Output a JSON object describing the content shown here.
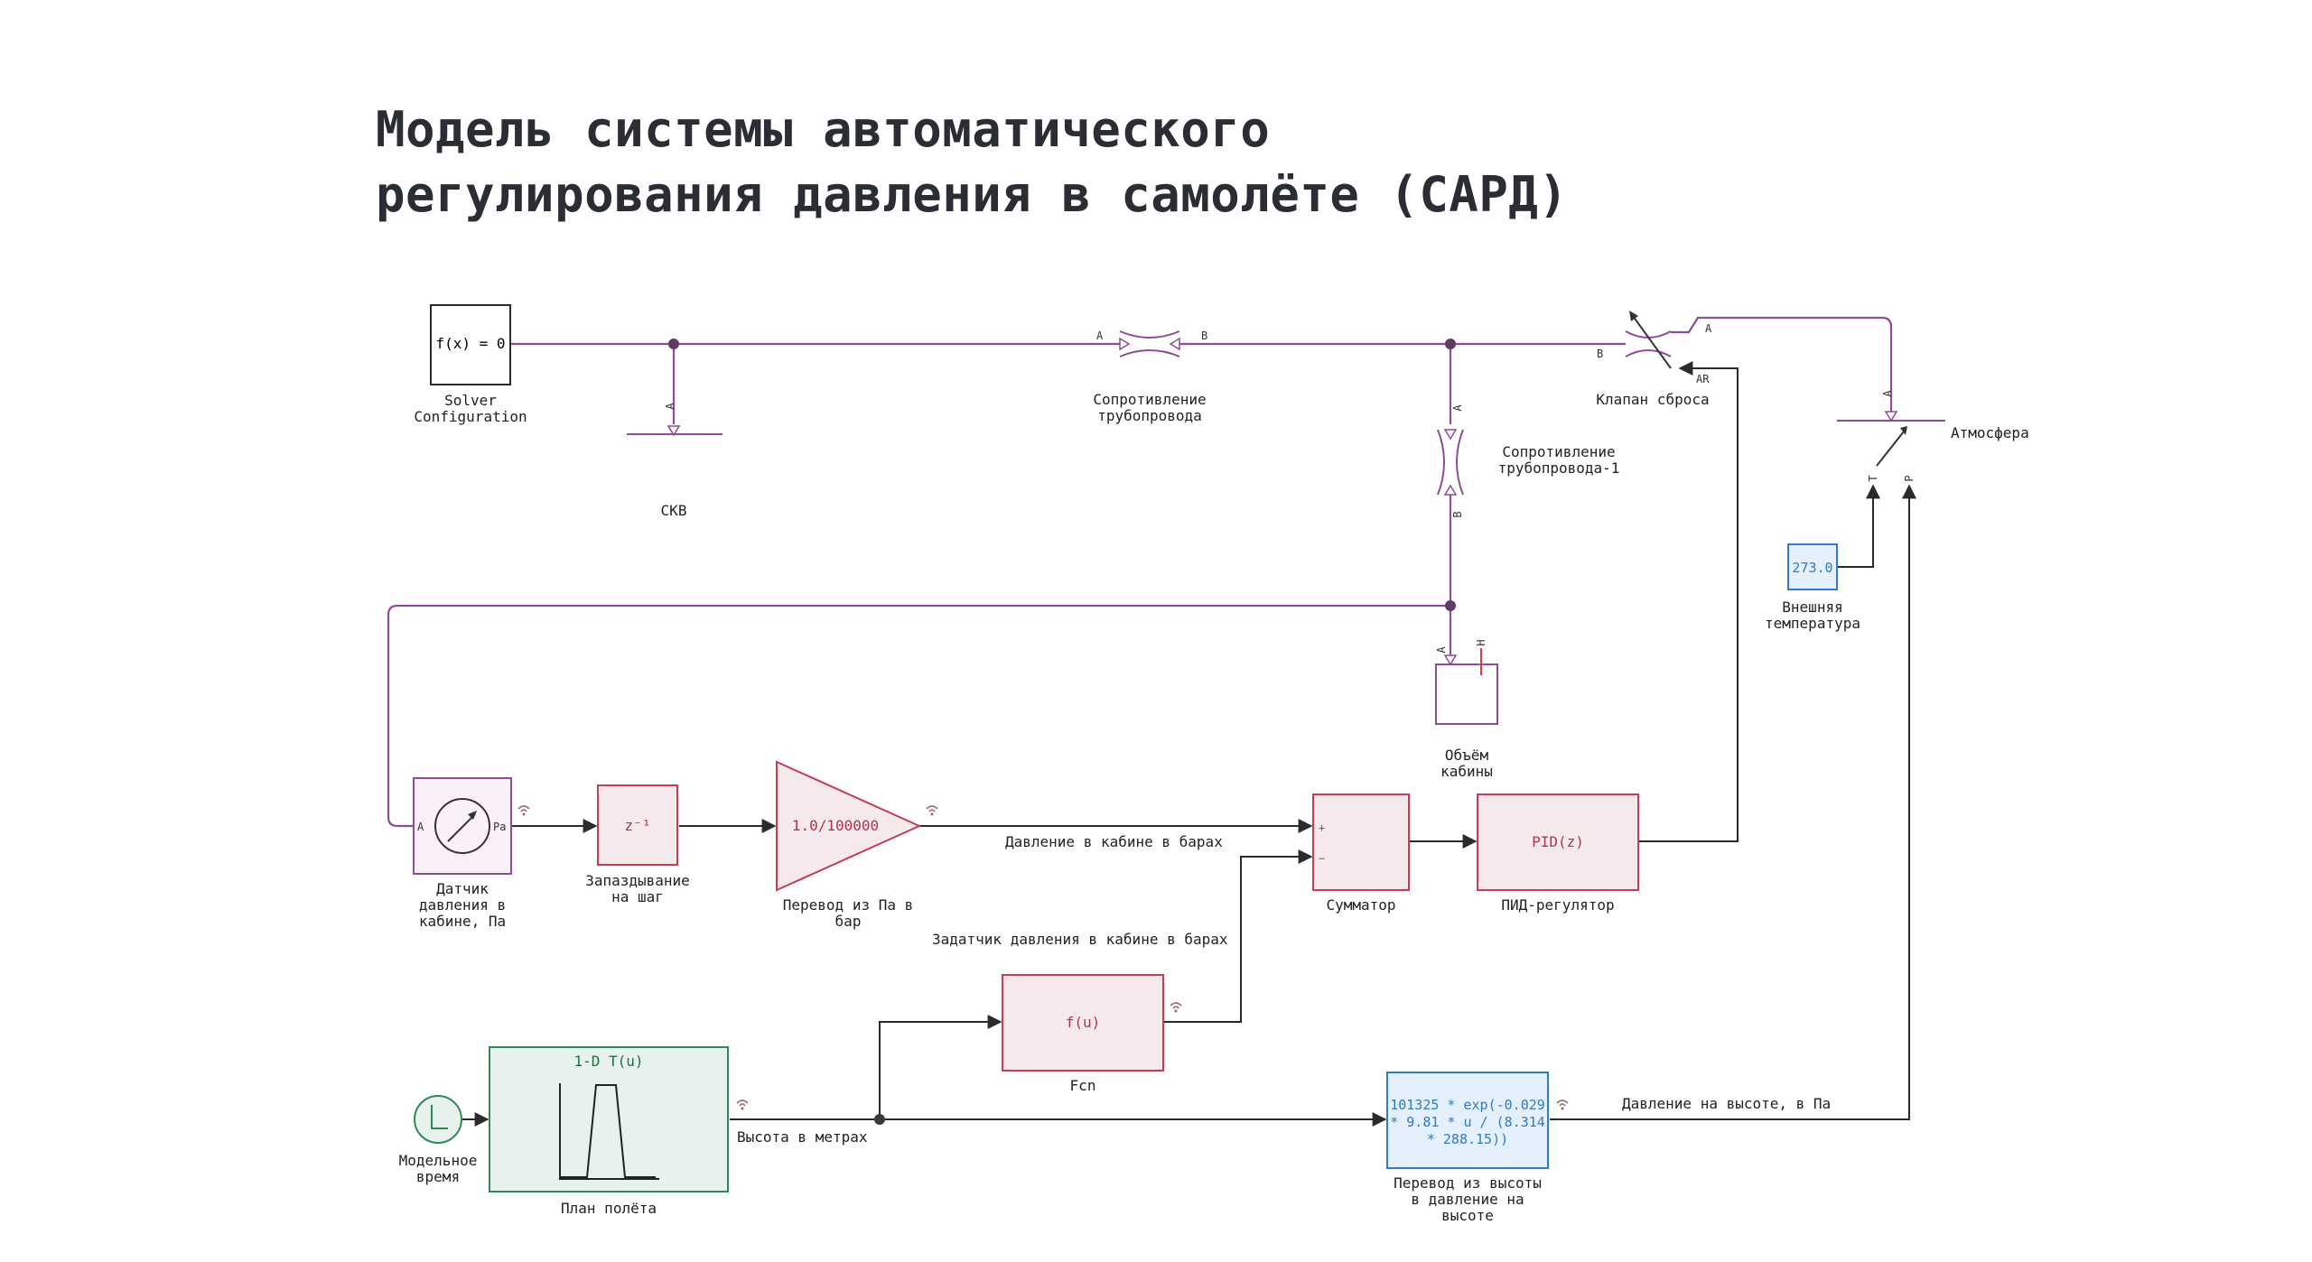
{
  "title": {
    "line1": "Модель системы автоматического",
    "line2": "регулирования давления в самолёте (САРД)"
  },
  "colors": {
    "physical_line": "#8d4d96",
    "signal_line": "#2b2b2b",
    "block_pink": "#c23d55",
    "block_blue": "#2f7bc4",
    "block_green": "#2e8858"
  },
  "blocks": {
    "solver": {
      "content": "f(x) = 0",
      "label1": "Solver",
      "label2": "Configuration"
    },
    "skv": {
      "label": "СКВ",
      "port_a": "A"
    },
    "pipe1": {
      "label1": "Сопротивление",
      "label2": "трубопровода",
      "port_a": "A",
      "port_b": "B"
    },
    "pipe2": {
      "label1": "Сопротивление",
      "label2": "трубопровода-1",
      "port_a": "A",
      "port_b": "B"
    },
    "valve": {
      "label": "Клапан сброса",
      "port_a": "A",
      "port_b": "B",
      "port_ar": "AR"
    },
    "atmosphere": {
      "label": "Атмосфера",
      "port_a": "A",
      "port_t": "T",
      "port_p": "P"
    },
    "ext_temp": {
      "value": "273.0",
      "label1": "Внешняя",
      "label2": "температура"
    },
    "cabin": {
      "label1": "Объём",
      "label2": "кабины",
      "port_a": "A",
      "port_h": "H"
    },
    "sensor": {
      "label1": "Датчик",
      "label2": "давления в",
      "label3": "кабине, Па",
      "port_a": "A",
      "port_pa": "Pa"
    },
    "delay": {
      "content": "z⁻¹",
      "label1": "Запаздывание",
      "label2": "на шаг"
    },
    "gain": {
      "content": "1.0/100000",
      "label1": "Перевод из Па в",
      "label2": "бар"
    },
    "summator": {
      "label": "Сумматор",
      "plus": "+",
      "minus": "−"
    },
    "pid": {
      "content": "PID(z)",
      "label": "ПИД-регулятор"
    },
    "fcn": {
      "content": "f(u)",
      "label": "Fcn"
    },
    "lookup": {
      "title": "1-D T(u)",
      "label": "План полёта"
    },
    "clock": {
      "label1": "Модельное",
      "label2": "время"
    },
    "alt_to_pressure": {
      "line1": "101325 * exp(-0.029",
      "line2": "* 9.81 * u / (8.314",
      "line3": "* 288.15))",
      "label1": "Перевод из высоты",
      "label2": "в давление на",
      "label3": "высоте"
    }
  },
  "signals": {
    "cabin_bar": "Давление в кабине в барах",
    "setpoint": "Задатчик давления в кабине в барах",
    "altitude": "Высота в метрах",
    "alt_pressure": "Давление на высоте, в Па"
  }
}
